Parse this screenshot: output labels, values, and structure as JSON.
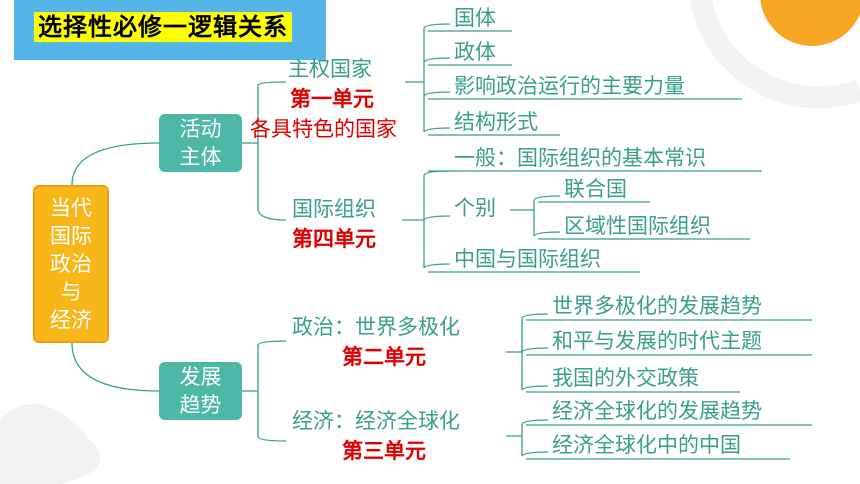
{
  "title": "选择性必修一逻辑关系",
  "root": "当代\n国际\n政治\n与\n经济",
  "branches": [
    {
      "label": "活动\n主体",
      "topics": [
        {
          "name": "主权国家",
          "unit": "第一单元",
          "subtitle": "各具特色的国家",
          "items": [
            "国体",
            "政体",
            "影响政治运行的主要力量",
            "结构形式"
          ]
        },
        {
          "name": "国际组织",
          "unit": "第四单元",
          "items": [
            "一般：国际组织的基本常识",
            "个别",
            "中国与国际组织"
          ],
          "sub_items": [
            "联合国",
            "区域性国际组织"
          ]
        }
      ]
    },
    {
      "label": "发展\n趋势",
      "topics": [
        {
          "name": "政治：世界多极化",
          "unit": "第二单元",
          "items": [
            "世界多极化的发展趋势",
            "和平与发展的时代主题",
            "我国的外交政策"
          ]
        },
        {
          "name": "经济：经济全球化",
          "unit": "第三单元",
          "items": [
            "经济全球化的发展趋势",
            "经济全球化中的中国"
          ]
        }
      ]
    }
  ],
  "colors": {
    "title_bg": "#55b5e6",
    "title_highlight": "#ffff00",
    "root_fill": "#f7b718",
    "branch_fill": "#4db7a8",
    "line": "#3a9e8c",
    "unit_text": "#e00000",
    "accent_orange": "#f6a623"
  }
}
